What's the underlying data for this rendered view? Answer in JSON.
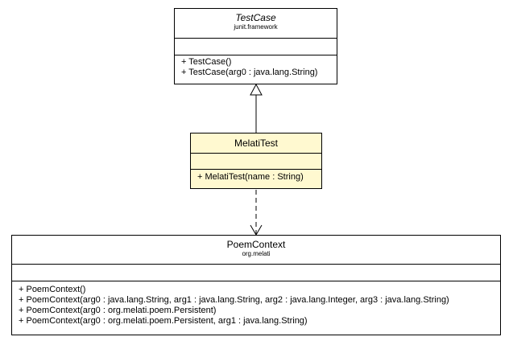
{
  "classes": {
    "testcase": {
      "name": "TestCase",
      "package": "junit.framework",
      "abstract": true,
      "operations": [
        "+ TestCase()",
        "+ TestCase(arg0 : java.lang.String)"
      ]
    },
    "melatitest": {
      "name": "MelatiTest",
      "operations": [
        "+ MelatiTest(name : String)"
      ]
    },
    "poemcontext": {
      "name": "PoemContext",
      "package": "org.melati",
      "operations": [
        "+ PoemContext()",
        "+ PoemContext(arg0 : java.lang.String, arg1 : java.lang.String, arg2 : java.lang.Integer, arg3 : java.lang.String)",
        "+ PoemContext(arg0 : org.melati.poem.Persistent)",
        "+ PoemContext(arg0 : org.melati.poem.Persistent, arg1 : java.lang.String)"
      ]
    }
  },
  "colors": {
    "highlight_fill": "#fff9d0",
    "box_fill": "#ffffff",
    "line": "#000000"
  },
  "relationships": [
    {
      "type": "generalization",
      "from": "MelatiTest",
      "to": "TestCase"
    },
    {
      "type": "dependency",
      "from": "MelatiTest",
      "to": "PoemContext"
    }
  ]
}
